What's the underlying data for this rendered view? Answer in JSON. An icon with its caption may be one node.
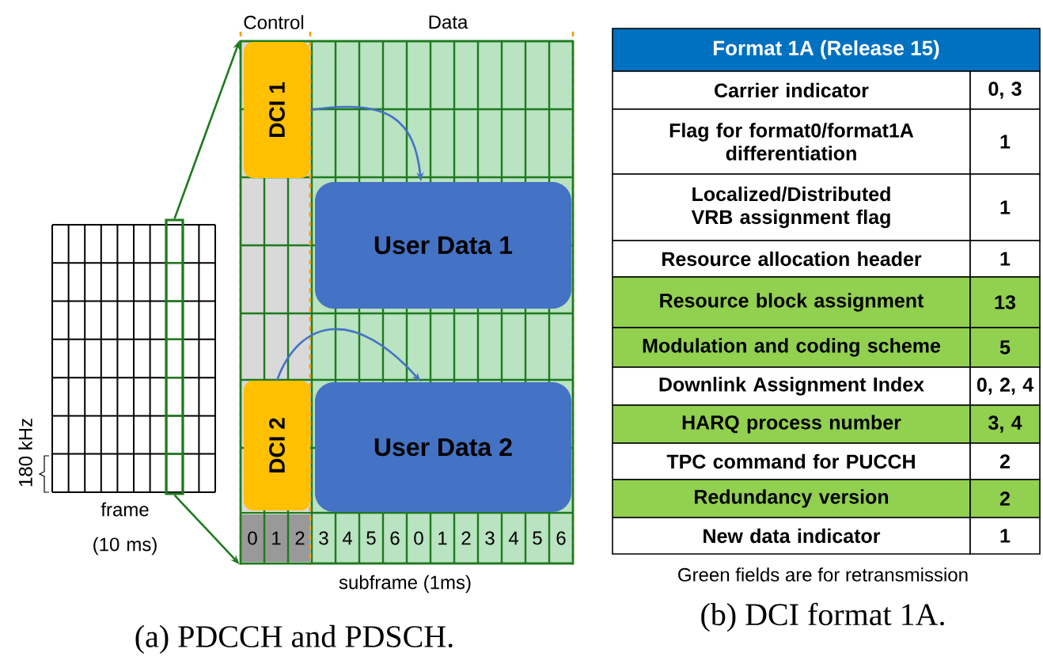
{
  "diagram": {
    "nodes": [
      {
        "text": [],
        "shape": "box"
      },
      {
        "text": [],
        "shape": "box"
      },
      {
        "text": [
          "DCI 1"
        ],
        "in": 1
      },
      {
        "text": [
          "User Data 1"
        ],
        "in": 1
      },
      {
        "text": [
          "DCI 2"
        ],
        "in": 1
      },
      {
        "text": [
          "User Data 2"
        ],
        "in": 1
      }
    ],
    "edges": [
      {
        "from": 0,
        "to": 1,
        "arrow": "to",
        "color": "#1e7a1e"
      },
      {
        "from": 0,
        "to": 1,
        "arrow": "to",
        "color": "#1e7a1e"
      },
      {
        "from": 2,
        "to": 3,
        "arrow": "to",
        "color": "#4472c4"
      },
      {
        "from": 4,
        "to": 5,
        "arrow": "to",
        "color": "#4472c4"
      }
    ],
    "labels": [
      "Control",
      "Data",
      "180 kHz",
      "frame (10 ms)",
      "0",
      "1",
      "2",
      "3",
      "4",
      "5",
      "6",
      "0",
      "1",
      "2",
      "3",
      "4",
      "5",
      "6",
      "subframe (1ms)",
      "(a) PDCCH and PDSCH.",
      "Format 1A (Release 15)",
      "Carrier indicator",
      "0, 3",
      "Flag for format0/format1A differentiation",
      "1",
      "Localized/Distributed VRB assignment flag",
      "1",
      "Resource allocation header",
      "1",
      "Resource block assignment",
      "13",
      "Modulation and coding scheme",
      "5",
      "Downlink Assignment Index",
      "0, 2, 4",
      "HARQ process number",
      "3, 4",
      "TPC command for PUCCH",
      "2",
      "Redundancy version",
      "2",
      "New data indicator",
      "1",
      "Green fields are for retransmission",
      "(b) DCI format 1A."
    ]
  }
}
